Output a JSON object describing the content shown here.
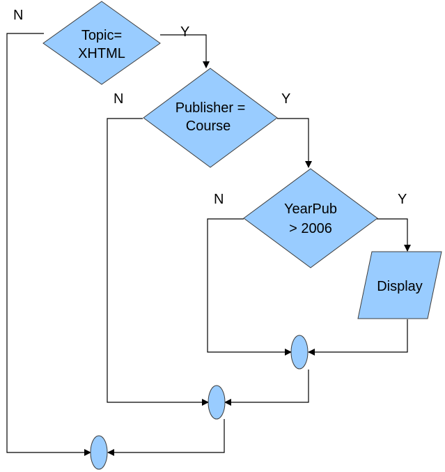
{
  "colors": {
    "shape_fill": "#99ccff",
    "shape_stroke": "#3c3c3c",
    "line": "#000000"
  },
  "nodes": {
    "topic": {
      "line1": "Topic=",
      "line2": "XHTML"
    },
    "publisher": {
      "line1": "Publisher =",
      "line2": "Course"
    },
    "yearpub": {
      "line1": "YearPub",
      "line2": "> 2006"
    },
    "display": {
      "label": "Display"
    }
  },
  "branches": {
    "topic_no": "N",
    "topic_yes": "Y",
    "publisher_no": "N",
    "publisher_yes": "Y",
    "yearpub_no": "N",
    "yearpub_yes": "Y"
  }
}
